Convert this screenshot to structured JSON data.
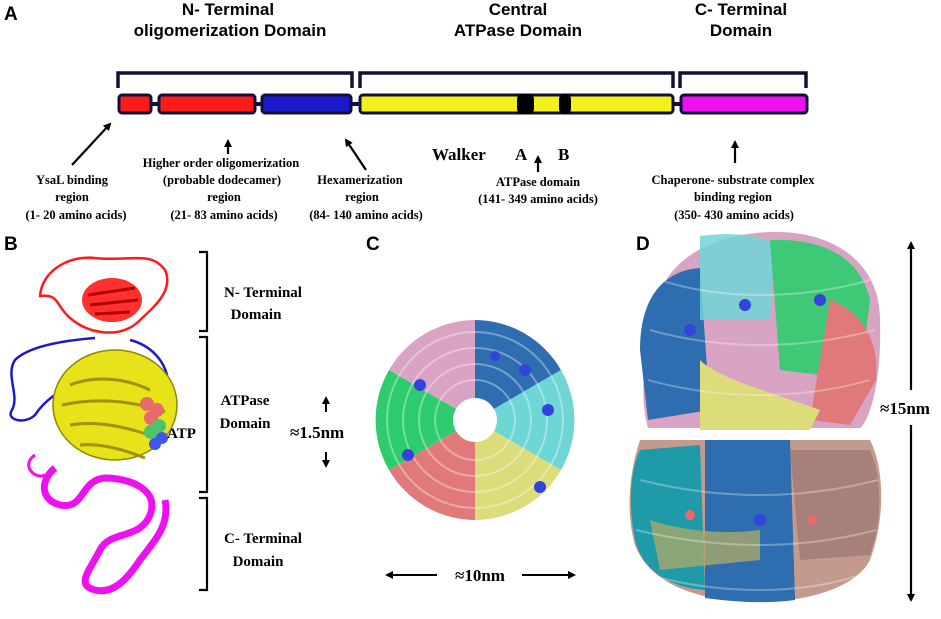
{
  "panels": {
    "a": "A",
    "b": "B",
    "c": "C",
    "d": "D"
  },
  "domain_headers": {
    "n_terminal": [
      "N- Terminal",
      "oligomerization Domain"
    ],
    "central": [
      "Central",
      "ATPase Domain"
    ],
    "c_terminal": [
      "C- Terminal",
      "Domain"
    ]
  },
  "walker": {
    "label": "Walker",
    "a": "A",
    "b": "B"
  },
  "regions": [
    {
      "lines": [
        "YsaL binding",
        "region",
        "(1- 20 amino acids)"
      ]
    },
    {
      "lines": [
        "Higher order oligomerization",
        "(probable dodecamer)",
        "region",
        "(21- 83 amino acids)"
      ]
    },
    {
      "lines": [
        "Hexamerization",
        "region",
        "(84- 140 amino acids)"
      ]
    },
    {
      "lines": [
        "ATPase domain",
        "(141- 349 amino acids)"
      ]
    },
    {
      "lines": [
        "Chaperone- substrate complex",
        "binding region",
        "(350- 430 amino acids)"
      ]
    }
  ],
  "structure_labels": {
    "n_domain": [
      "N- Terminal",
      "Domain"
    ],
    "atpase_domain": [
      "ATPase",
      "Domain"
    ],
    "c_domain": [
      "C- Terminal",
      "Domain"
    ],
    "atp": "ATP"
  },
  "dimensions": {
    "pore": "≈1.5nm",
    "width": "≈10nm",
    "height": "≈15nm"
  },
  "colors": {
    "red": "#ff1a1a",
    "blue": "#1a1acc",
    "yellow": "#f4f01e",
    "magenta": "#ee10ee",
    "pink": "#d9a3c4",
    "steelblue": "#2e6db0",
    "cyan": "#6fd6d6",
    "khaki": "#dcdc7a",
    "salmon": "#e07a7a",
    "green": "#2ecc6e",
    "dark_outline": "#10103a"
  }
}
